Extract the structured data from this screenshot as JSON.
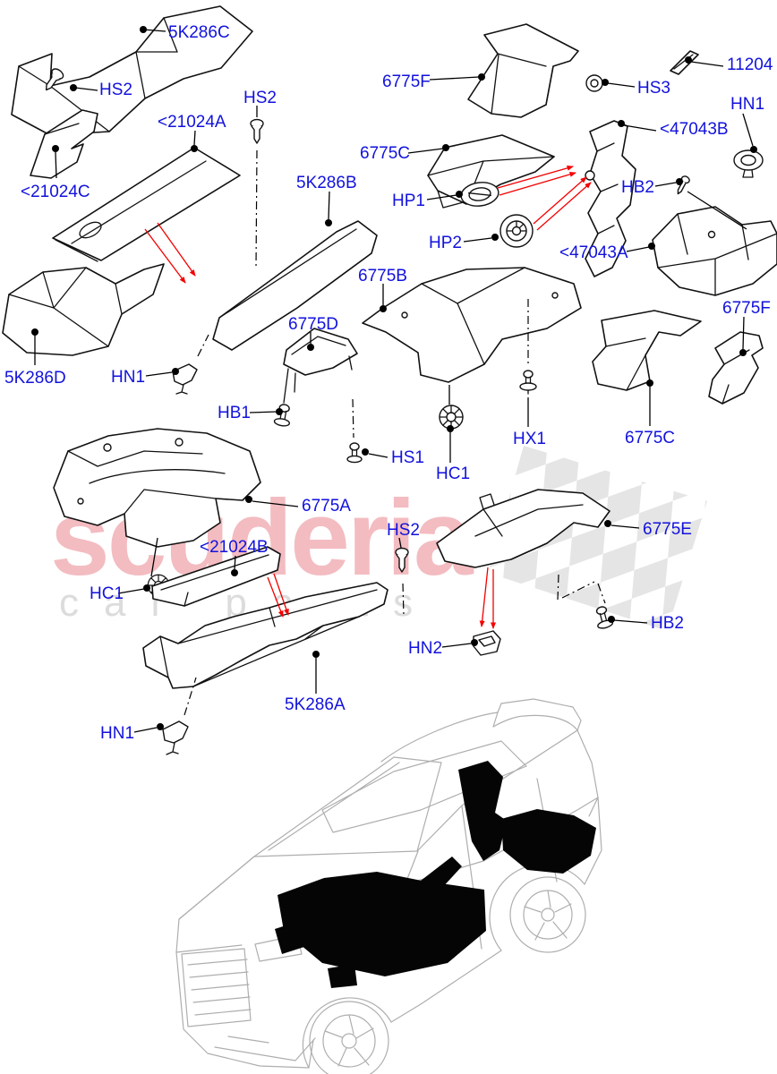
{
  "diagram": {
    "title": "heat-shield-parts-diagram",
    "watermark": {
      "brand": "scuderia",
      "sub": "car parts"
    },
    "colors": {
      "label_blue": "#1212dd",
      "leader_black": "#000000",
      "pointer_red": "#f40000",
      "part_line": "#111111",
      "car_line": "#aeaeae",
      "watermark_pink": "#f3bcc1",
      "watermark_gray": "#dcdcdc",
      "flag_gray": "#e5e5e5"
    },
    "callouts": [
      "5K286C",
      "HS2",
      "<21024A",
      "HS2",
      "6775F",
      "HS3",
      "11204",
      "<47043B",
      "HN1",
      "6775C",
      "HP1",
      "HB2",
      "HP2",
      "<47043A",
      "6775B",
      "6775D",
      "5K286D",
      "HN1",
      "HB1",
      "HX1",
      "6775C",
      "6775F",
      "HS1",
      "HC1",
      "6775A",
      "HS2",
      "<21024B",
      "HC1",
      "6775E",
      "HB2",
      "HN2",
      "5K286A",
      "HN1",
      "5K286B",
      "<21024C"
    ]
  }
}
